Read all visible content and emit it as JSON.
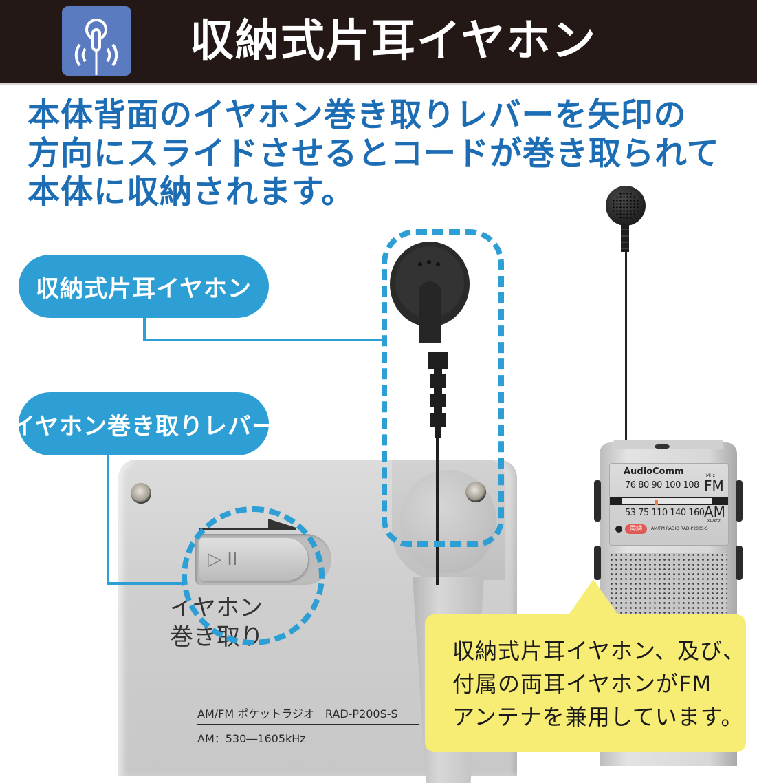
{
  "header": {
    "icon": "earphone-antenna-icon",
    "title": "収納式片耳イヤホン",
    "background": "#231815",
    "icon_background": "#5a7bbf"
  },
  "lead": {
    "lines": [
      "本体背面のイヤホン巻き取りレバーを矢印の",
      "方向にスライドさせるとコードが巻き取られて",
      "本体に収納されます。"
    ],
    "color": "#1d6db4"
  },
  "labels": {
    "earphone": "収納式片耳イヤホン",
    "lever": "イヤホン巻き取りレバー",
    "pill_color": "#2e9fd4"
  },
  "device": {
    "slider_symbols": "▷ II",
    "lever_text_line1": "イヤホン",
    "lever_text_line2": "巻き取り",
    "model_line": "AM/FM ポケットラジオ　RAD-P200S-S",
    "spec_line": "AM：530―1605kHz"
  },
  "radio": {
    "brand": "AudioComm",
    "fm_scale": "76  80  90  100  108",
    "fm_label": "FM",
    "fm_unit": "MHz",
    "am_scale": "53  75  110  140  160",
    "am_label": "AM",
    "am_unit": "x10kHz",
    "tune_badge": "同調",
    "model": "AM/FM RADIO  RAD-P200S-S"
  },
  "callout": {
    "lines": [
      "収納式片耳イヤホン、及び、",
      "付属の両耳イヤホンがFM",
      "アンテナを兼用しています。"
    ],
    "background": "#f7ec74"
  }
}
